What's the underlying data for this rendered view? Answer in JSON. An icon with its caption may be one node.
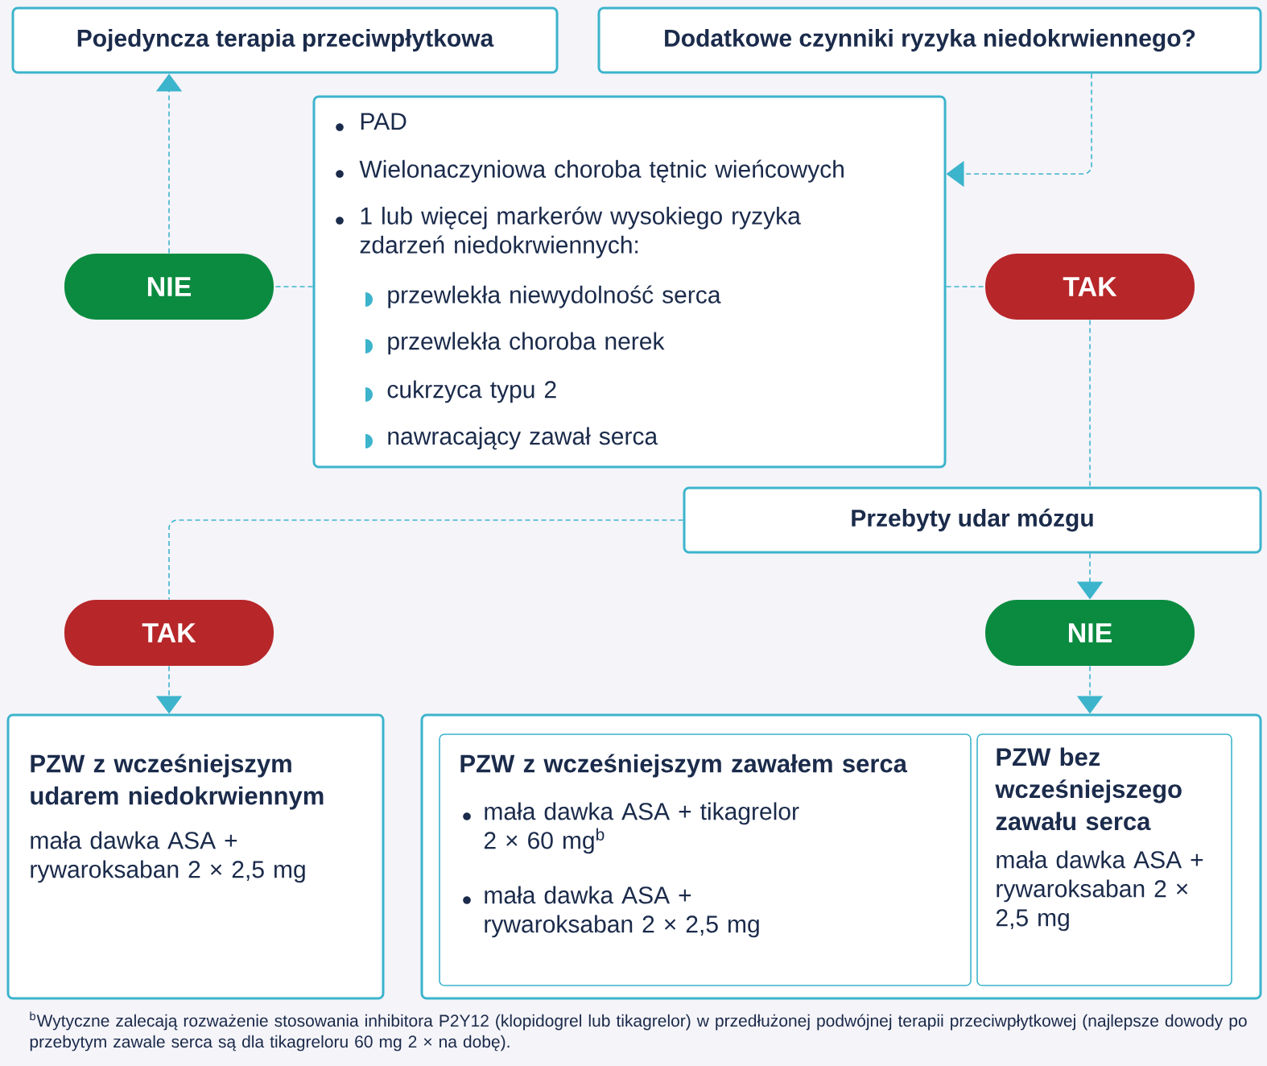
{
  "diagram": {
    "nodes": [
      {
        "text": [
          "Pojedyncza terapia przeciwpłytkowa"
        ]
      },
      {
        "text": [
          "Dodatkowe czynniki ryzyka niedokrwiennego?"
        ]
      },
      {
        "text": [
          "PAD",
          "Wielonaczyniowa choroba tętnic wieńcowych",
          "1 lub więcej markerów wysokiego ryzyka zdarzeń niedokrwiennych:",
          "przewlekła niewydolność serca",
          "przewlekła choroba nerek",
          "cukrzyca typu 2",
          "nawracający zawał serca"
        ]
      },
      {
        "text": [
          "NIE"
        ]
      },
      {
        "text": [
          "TAK"
        ]
      },
      {
        "text": [
          "Przebyty udar mózgu"
        ]
      },
      {
        "text": [
          "TAK"
        ]
      },
      {
        "text": [
          "NIE"
        ]
      },
      {
        "text": [
          "PZW z wcześniejszym udarem niedokrwiennym",
          "mała dawka ASA + rywaroksaban 2 × 2,5 mg"
        ]
      },
      {
        "text": [],
        "shape": "box"
      },
      {
        "text": [
          "PZW z wcześniejszym zawałem serca",
          "mała dawka ASA + tikagrelor 2 × 60 mg$^{b}$",
          "mała dawka ASA + rywaroksaban 2 × 2,5 mg"
        ],
        "in": 9
      },
      {
        "text": [
          "PZW bez wcześniejszego zawału serca",
          "mała dawka ASA + rywaroksaban 2 × 2,5 mg"
        ],
        "in": 9
      }
    ],
    "edges": [
      {
        "from": 1,
        "to": 2,
        "arrow": "to"
      },
      {
        "from": 2,
        "to": 3,
        "arrow": "none"
      },
      {
        "from": 3,
        "to": 0,
        "arrow": "to"
      },
      {
        "from": 2,
        "to": 4,
        "arrow": "none"
      },
      {
        "from": 4,
        "to": 5,
        "arrow": "none"
      },
      {
        "from": 5,
        "to": 6,
        "arrow": "none"
      },
      {
        "from": 5,
        "to": 7,
        "arrow": "to"
      },
      {
        "from": 6,
        "to": 8,
        "arrow": "to"
      },
      {
        "from": 7,
        "to": 9,
        "arrow": "to"
      }
    ],
    "labels": [
      "$^{b}$Wytyczne zalecają rozważenie stosowania inhibitora P2Y12 (klopidogrel lub tikagrelor) w przedłużonej podwójnej terapii przeciwpłytkowej (najlepsze dowody po przebytym zawale serca są dla tikagreloru 60 mg 2 × na dobę)."
    ]
  }
}
